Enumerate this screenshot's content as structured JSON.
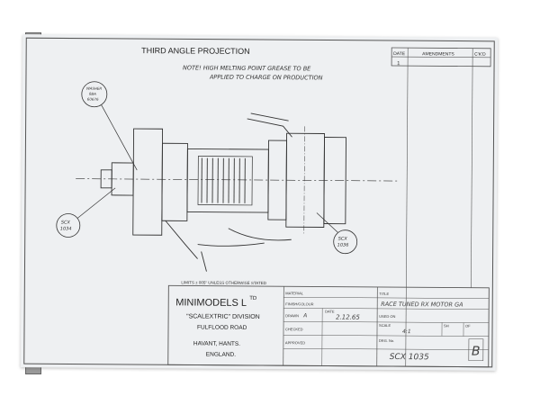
{
  "drawing": {
    "header": "THIRD ANGLE PROJECTION",
    "note_line1": "NOTE!  HIGH MELTING POINT GREASE TO BE",
    "note_line2": "APPLIED TO CHARGE ON PRODUCTION",
    "callouts": [
      {
        "lines": [
          "WASHER",
          "8BA",
          "60676"
        ]
      },
      {
        "lines": [
          "SCX",
          "1034"
        ]
      },
      {
        "lines": [
          "SCX",
          "1036"
        ]
      }
    ],
    "limits": "LIMITS ± 005\" UNLESS OTHERWISE STATED"
  },
  "amendments": {
    "col_date": "DATE",
    "col_amend": "AMENDMENTS",
    "col_ckd": "C'K'D",
    "issue": "1"
  },
  "title_block": {
    "company": "MINIMODELS L",
    "company_suffix": "TD",
    "division": "\"SCALEXTRIC\" DIVISION",
    "address1": "FULFLOOD ROAD",
    "address2": "HAVANT, HANTS.",
    "address3": "ENGLAND.",
    "material_label": "MATERIAL",
    "finish_label": "FINISH/COLOUR",
    "drawn_label": "DRAWN",
    "drawn_value": "A",
    "date_label": "DATE",
    "date_value": "2.12.65",
    "checked_label": "CHECKED",
    "scale_label": "SCALE",
    "scale_value": "4:1",
    "approved_label": "APPROVED",
    "title_label": "TITLE",
    "title_value": "RACE TUNED RX MOTOR GA",
    "used_on_label": "USED ON",
    "sh_label": "SH",
    "of_label": "OF",
    "drg_label": "DRG. No.",
    "drg_value": "SCX 1035",
    "issue_letter": "B"
  }
}
